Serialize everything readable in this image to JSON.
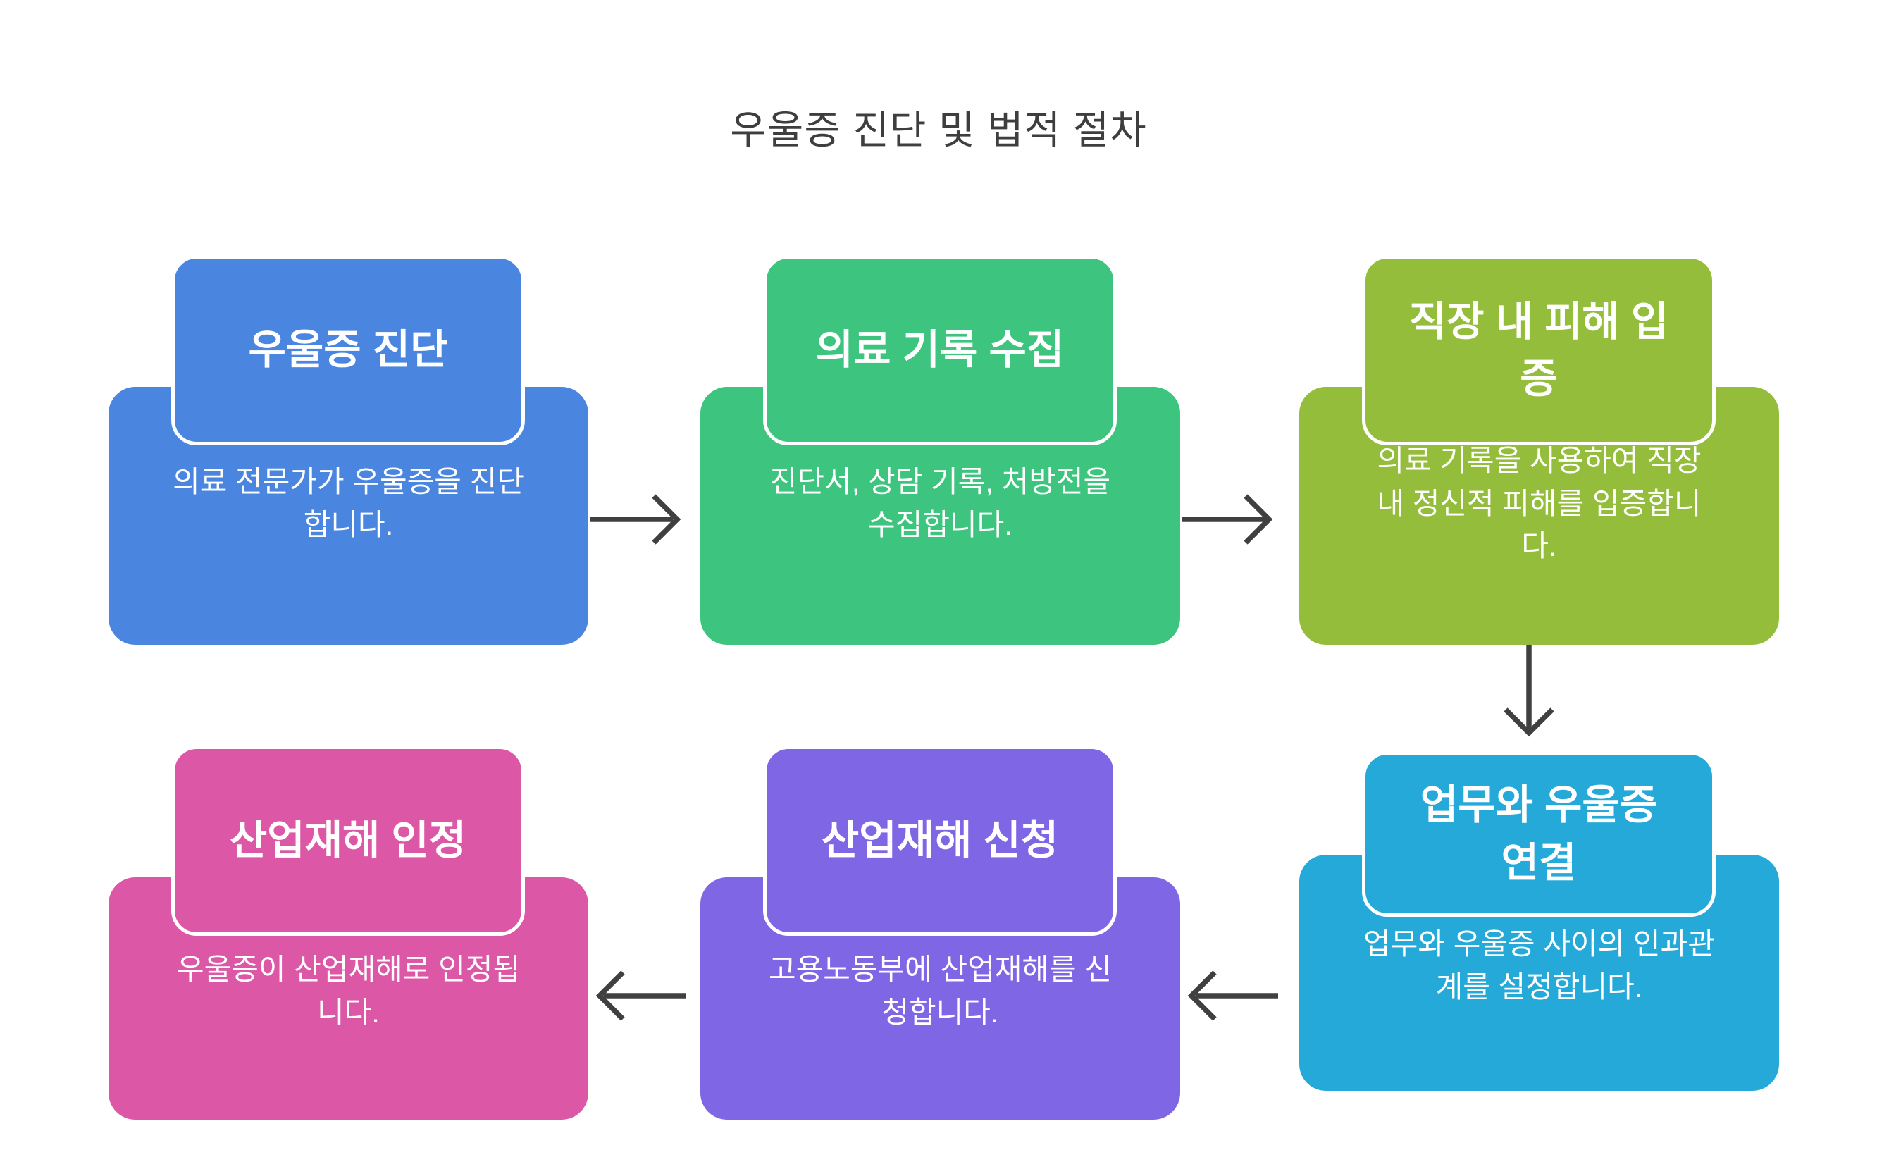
{
  "title": "우울증 진단 및 법적 절차",
  "colors": {
    "background": "#ffffff",
    "title_text": "#3e3e3e",
    "card_text": "#ffffff",
    "arrow": "#404040"
  },
  "cards": [
    {
      "id": "diagnosis",
      "header": "우울증 진단",
      "body": "의료 전문가가 우울증을 진단\n합니다.",
      "color": "#4A86E0"
    },
    {
      "id": "medical-records",
      "header": "의료 기록 수집",
      "body": "진단서, 상담 기록, 처방전을\n수집합니다.",
      "color": "#3DC47E"
    },
    {
      "id": "workplace-harm-proof",
      "header": "직장 내 피해 입\n증",
      "body": "의료 기록을 사용하여 직장\n내 정신적 피해를 입증합니\n다.",
      "color": "#94BD3B"
    },
    {
      "id": "industrial-accident-recognition",
      "header": "산업재해 인정",
      "body": "우울증이 산업재해로 인정됩\n니다.",
      "color": "#DC58A7"
    },
    {
      "id": "industrial-accident-application",
      "header": "산업재해 신청",
      "body": "고용노동부에 산업재해를 신\n청합니다.",
      "color": "#7F66E5"
    },
    {
      "id": "work-depression-link",
      "header": "업무와 우울증\n연결",
      "body": "업무와 우울증 사이의 인과관\n계를 설정합니다.",
      "color": "#25A9D9"
    }
  ],
  "arrows": [
    {
      "from": "diagnosis",
      "to": "medical-records",
      "direction": "right"
    },
    {
      "from": "medical-records",
      "to": "workplace-harm-proof",
      "direction": "right"
    },
    {
      "from": "workplace-harm-proof",
      "to": "work-depression-link",
      "direction": "down"
    },
    {
      "from": "work-depression-link",
      "to": "industrial-accident-application",
      "direction": "left"
    },
    {
      "from": "industrial-accident-application",
      "to": "industrial-accident-recognition",
      "direction": "left"
    }
  ]
}
